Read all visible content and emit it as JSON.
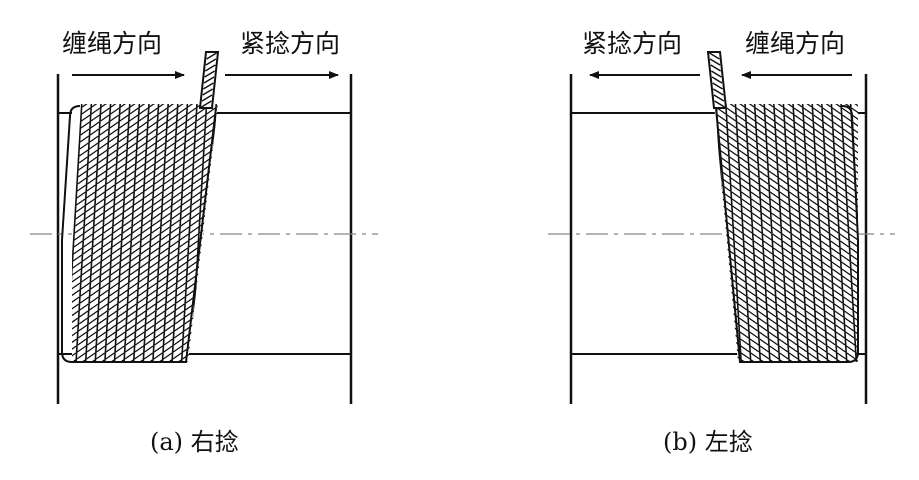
{
  "figure_a": {
    "left_label": "缠绳方向",
    "right_label": "紧捻方向",
    "caption": "(a) 右捻"
  },
  "figure_b": {
    "left_label": "紧捻方向",
    "right_label": "缠绳方向",
    "caption": "(b) 左捻"
  },
  "colors": {
    "stroke": "#111111",
    "background": "#ffffff"
  }
}
